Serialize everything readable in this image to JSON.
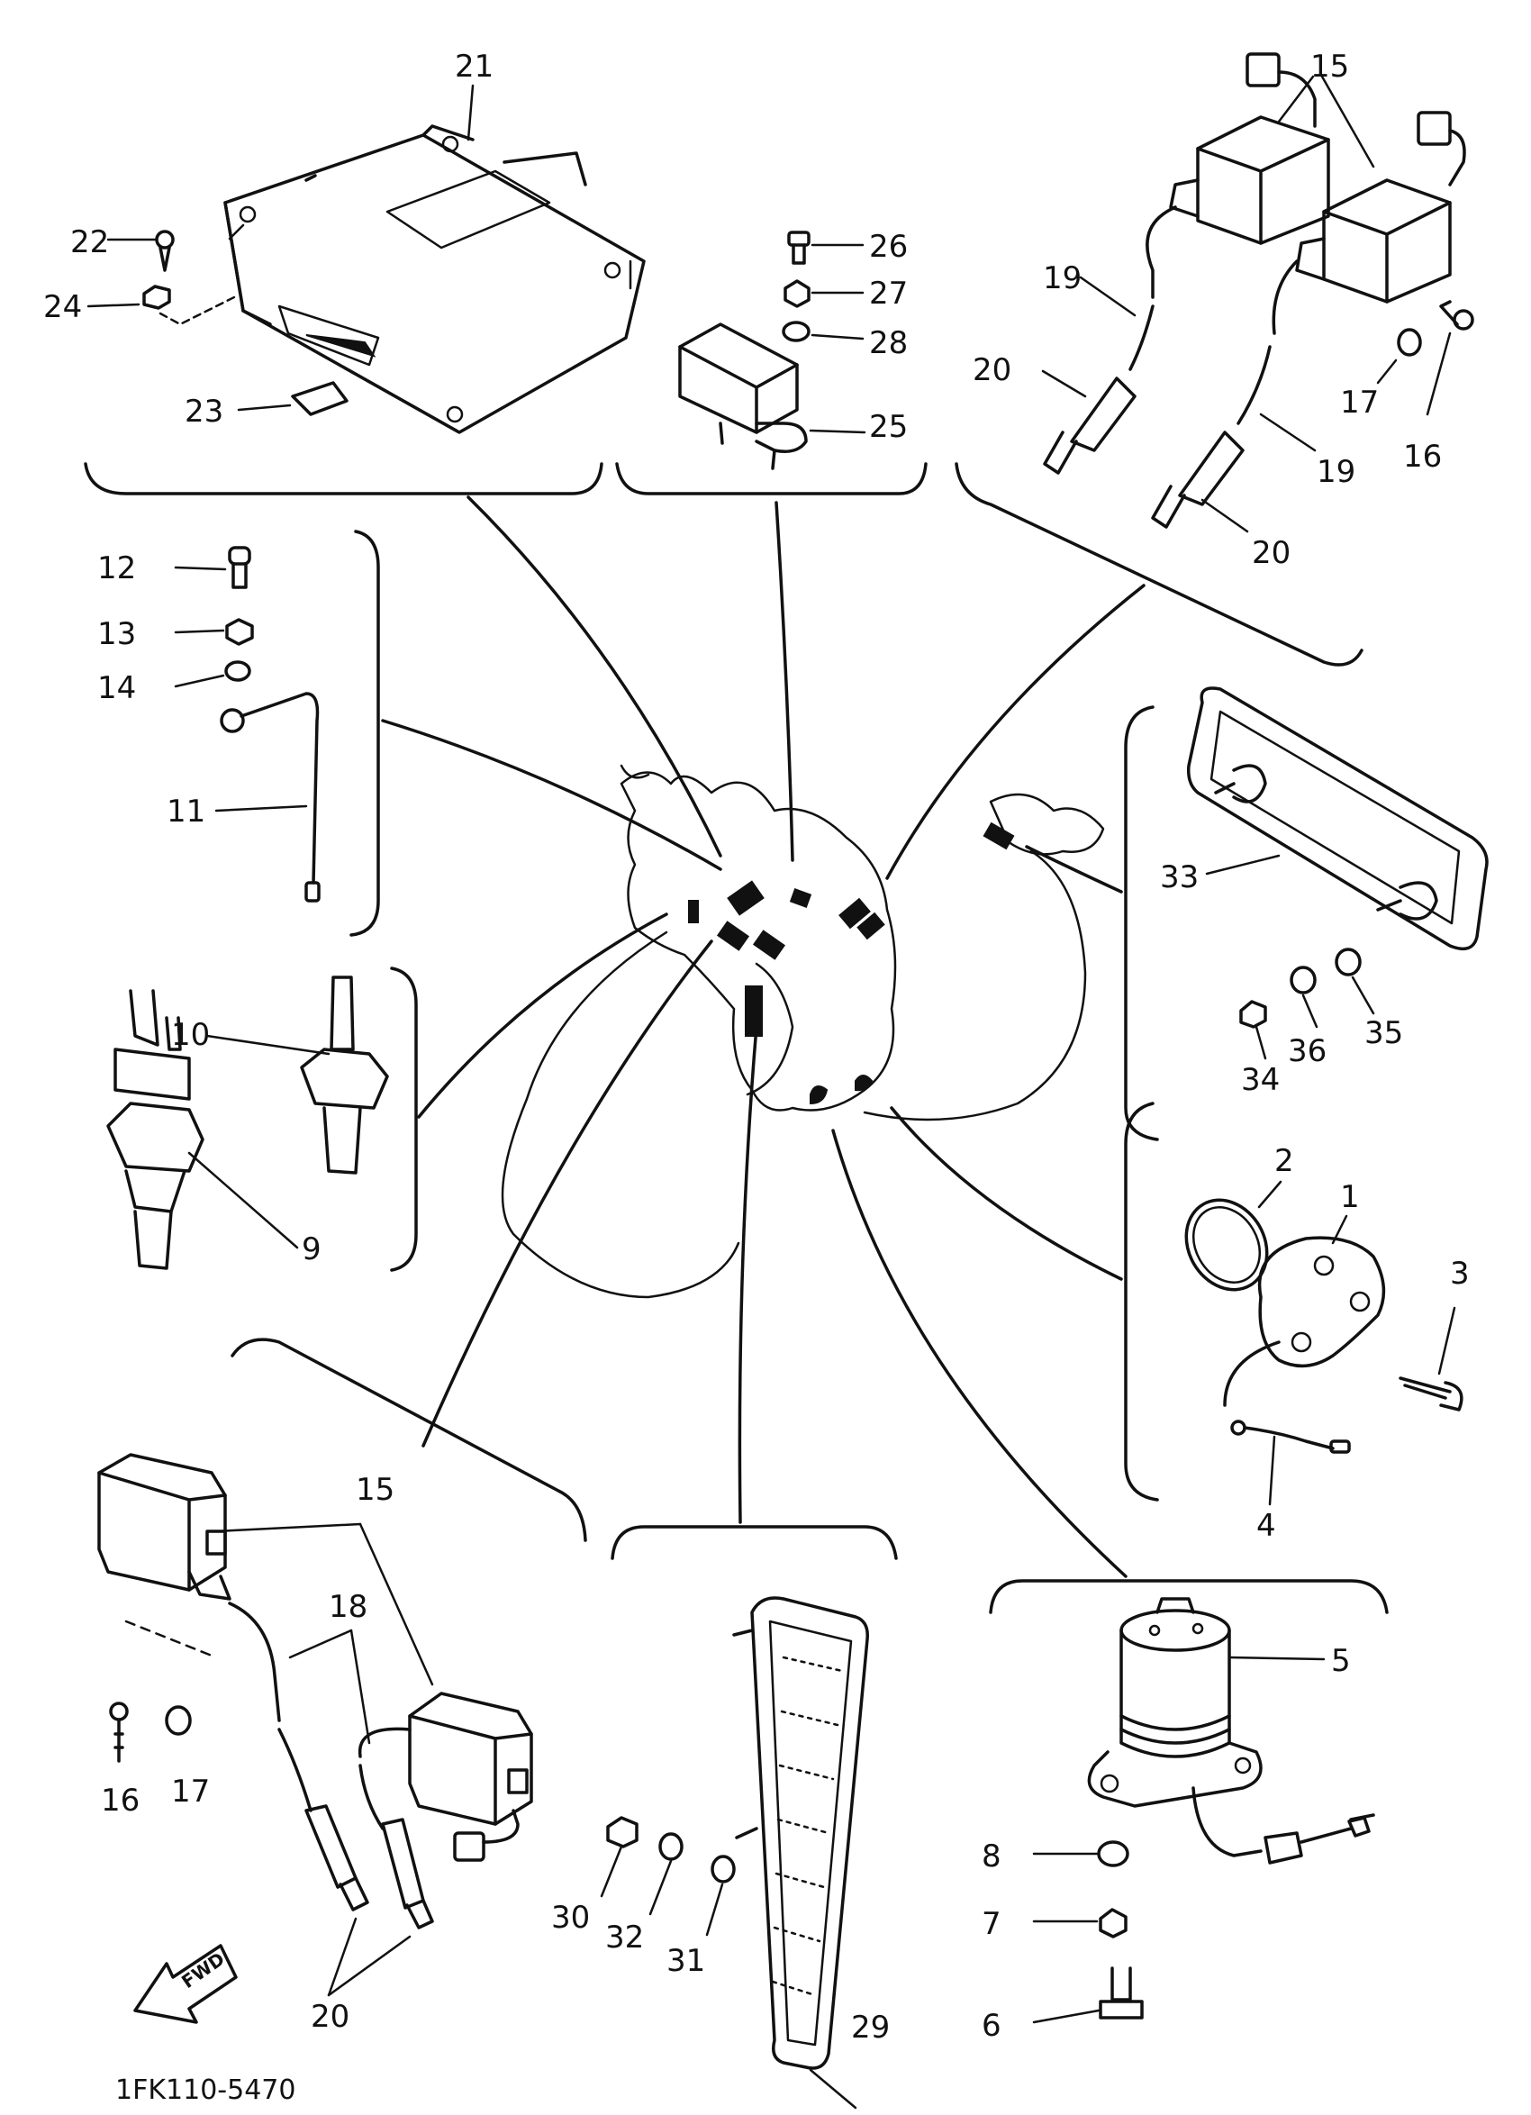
{
  "diagram_code": "1FK110-5470",
  "fwd_label": "FWD",
  "parts": [
    {
      "id": "p1",
      "label": "1"
    },
    {
      "id": "p2",
      "label": "2"
    },
    {
      "id": "p3",
      "label": "3"
    },
    {
      "id": "p4",
      "label": "4"
    },
    {
      "id": "p5",
      "label": "5"
    },
    {
      "id": "p6",
      "label": "6"
    },
    {
      "id": "p7",
      "label": "7"
    },
    {
      "id": "p8",
      "label": "8"
    },
    {
      "id": "p9",
      "label": "9"
    },
    {
      "id": "p10",
      "label": "10"
    },
    {
      "id": "p11",
      "label": "11"
    },
    {
      "id": "p12",
      "label": "12"
    },
    {
      "id": "p13",
      "label": "13"
    },
    {
      "id": "p14",
      "label": "14"
    },
    {
      "id": "p15a",
      "label": "15"
    },
    {
      "id": "p15b",
      "label": "15"
    },
    {
      "id": "p16a",
      "label": "16"
    },
    {
      "id": "p16b",
      "label": "16"
    },
    {
      "id": "p17a",
      "label": "17"
    },
    {
      "id": "p17b",
      "label": "17"
    },
    {
      "id": "p18",
      "label": "18"
    },
    {
      "id": "p19a",
      "label": "19"
    },
    {
      "id": "p19b",
      "label": "19"
    },
    {
      "id": "p20a",
      "label": "20"
    },
    {
      "id": "p20b",
      "label": "20"
    },
    {
      "id": "p20c",
      "label": "20"
    },
    {
      "id": "p21",
      "label": "21"
    },
    {
      "id": "p22",
      "label": "22"
    },
    {
      "id": "p23",
      "label": "23"
    },
    {
      "id": "p24",
      "label": "24"
    },
    {
      "id": "p25",
      "label": "25"
    },
    {
      "id": "p26",
      "label": "26"
    },
    {
      "id": "p27",
      "label": "27"
    },
    {
      "id": "p28",
      "label": "28"
    },
    {
      "id": "p29",
      "label": "29"
    },
    {
      "id": "p30",
      "label": "30"
    },
    {
      "id": "p31",
      "label": "31"
    },
    {
      "id": "p32",
      "label": "32"
    },
    {
      "id": "p33",
      "label": "33"
    },
    {
      "id": "p34",
      "label": "34"
    },
    {
      "id": "p35",
      "label": "35"
    },
    {
      "id": "p36",
      "label": "36"
    }
  ]
}
